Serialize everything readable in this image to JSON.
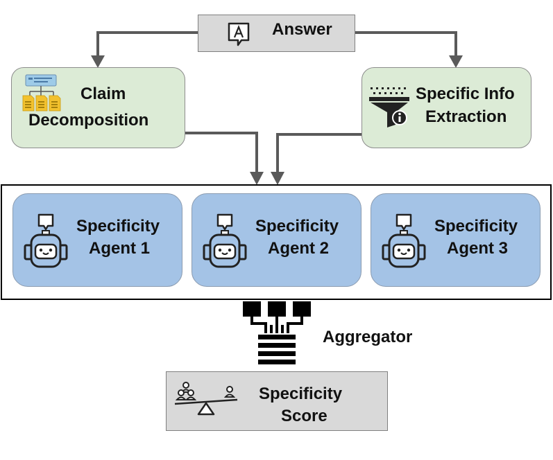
{
  "answer": {
    "label": "Answer",
    "icon": "speech-bubble-a-icon"
  },
  "claim_decomposition": {
    "line1": "Claim",
    "line2": "Decomposition",
    "icon": "document-tree-icon"
  },
  "specific_info_extraction": {
    "line1": "Specific Info",
    "line2": "Extraction",
    "icon": "funnel-info-icon"
  },
  "agents": [
    {
      "line1": "Specificity",
      "line2": "Agent 1",
      "icon": "robot-icon"
    },
    {
      "line1": "Specificity",
      "line2": "Agent 2",
      "icon": "robot-icon"
    },
    {
      "line1": "Specificity",
      "line2": "Agent 3",
      "icon": "robot-icon"
    }
  ],
  "aggregator": {
    "label": "Aggregator",
    "icon": "merge-connector-icon"
  },
  "score": {
    "line1": "Specificity",
    "line2": "Score",
    "icon": "balance-scale-icon"
  },
  "colors": {
    "gray_box": "#d9d9d9",
    "green_box": "#dcebd6",
    "blue_box": "#a4c3e6",
    "arrow": "#595959"
  }
}
